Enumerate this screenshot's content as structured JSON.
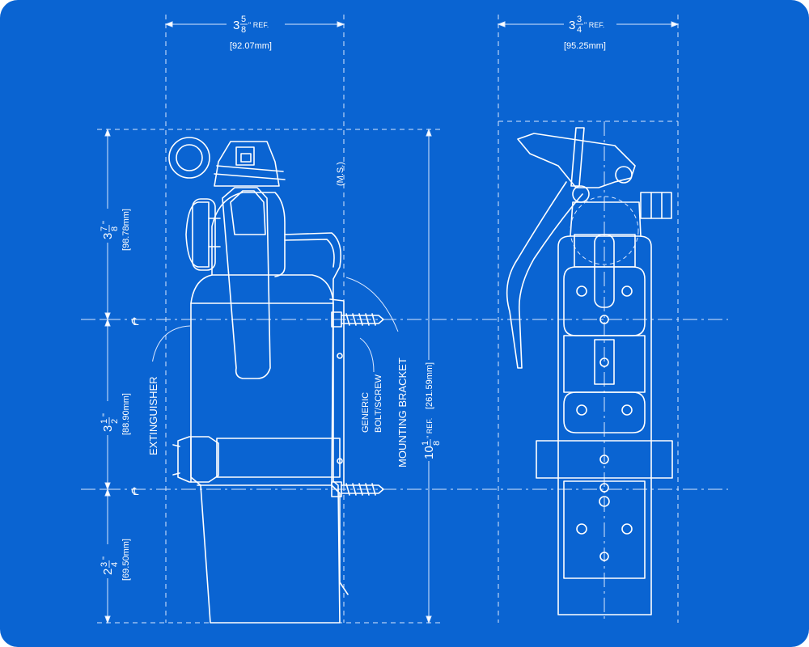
{
  "dimensions": {
    "top_left": {
      "whole": "3",
      "num": "5",
      "den": "8",
      "suffix": "\" REF.",
      "metric": "[92.07mm]"
    },
    "top_right": {
      "whole": "3",
      "num": "3",
      "den": "4",
      "suffix": "\" REF.",
      "metric": "[95.25mm]"
    },
    "left_upper": {
      "whole": "3",
      "num": "7",
      "den": "8",
      "mark": "\"",
      "metric": "[98.78mm]"
    },
    "left_middle": {
      "whole": "3",
      "num": "1",
      "den": "2",
      "mark": "\"",
      "metric": "[88.90mm]"
    },
    "left_lower": {
      "whole": "2",
      "num": "3",
      "den": "4",
      "mark": "\"",
      "metric": "[69.50mm]"
    },
    "overall": {
      "whole": "10",
      "num": "1",
      "den": "8",
      "suffix": "\" REF.",
      "metric": "[261.59mm]"
    }
  },
  "labels": {
    "ms": "(M.S.)",
    "extinguisher": "EXTINGUISHER",
    "generic_1": "GENERIC",
    "generic_2": "BOLT/SCREW",
    "bracket": "MOUNTING BRACKET",
    "centerline_symbol": "℄"
  },
  "colors": {
    "background": "#0a64d2",
    "line": "#ffffff"
  }
}
